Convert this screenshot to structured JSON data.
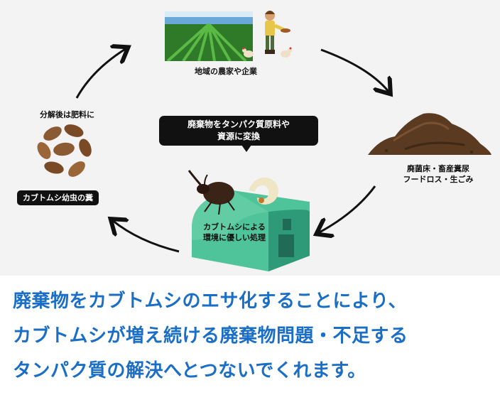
{
  "diagram": {
    "farm_label": "地域の農家や企業",
    "waste_label_1": "廃菌床・畜産糞尿",
    "waste_label_2": "フードロス・生ごみ",
    "callout_line_1": "廃棄物をタンパク質原料や",
    "callout_line_2": "資源に変換",
    "facility_line_1": "カブトムシによる",
    "facility_line_2": "環境に優しい処理",
    "frass_tag": "カブトムシ幼虫の糞",
    "fertilizer_label": "分解後は肥料に",
    "colors": {
      "background": "#f3f3f3",
      "facility_green": "#4fc39a",
      "soil_brown": "#5a3a20",
      "frass_brown": "#8a5a32",
      "field_green": "#3a8a30",
      "text_blue": "#1a6ec6"
    }
  },
  "caption": {
    "line_1": "廃棄物をカブトムシのエサ化することにより、",
    "line_2": "カブトムシが増え続ける廃棄物問題・不足する",
    "line_3": "タンパク質の解決へとつないでくれます。"
  }
}
